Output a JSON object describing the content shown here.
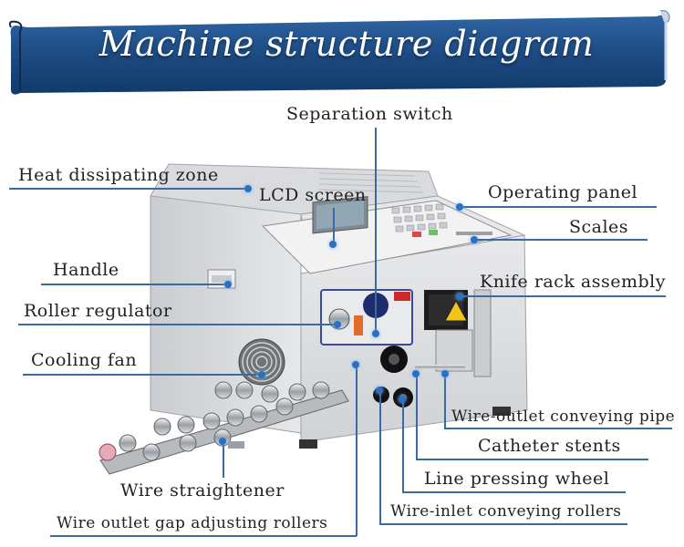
{
  "title": "Machine structure diagram",
  "labels": {
    "separation_switch": "Separation switch",
    "heat_dissipating_zone": "Heat dissipating zone",
    "lcd_screen": "LCD screen",
    "operating_panel": "Operating panel",
    "scales": "Scales",
    "handle": "Handle",
    "knife_rack_assembly": "Knife rack assembly",
    "roller_regulator": "Roller regulator",
    "cooling_fan": "Cooling fan",
    "wire_outlet_conveying_pipe": "Wire-outlet conveying pipe",
    "catheter_stents": "Catheter stents",
    "line_pressing_wheel": "Line pressing wheel",
    "wire_straightener": "Wire straightener",
    "wire_inlet_conveying_rollers": "Wire-inlet conveying rollers",
    "wire_outlet_gap_adjusting_rollers": "Wire outlet gap adjusting rollers"
  },
  "colors": {
    "banner": "#1f4e86",
    "leader_line": "#3a6aa0",
    "pointer": "#2f6fc0"
  }
}
